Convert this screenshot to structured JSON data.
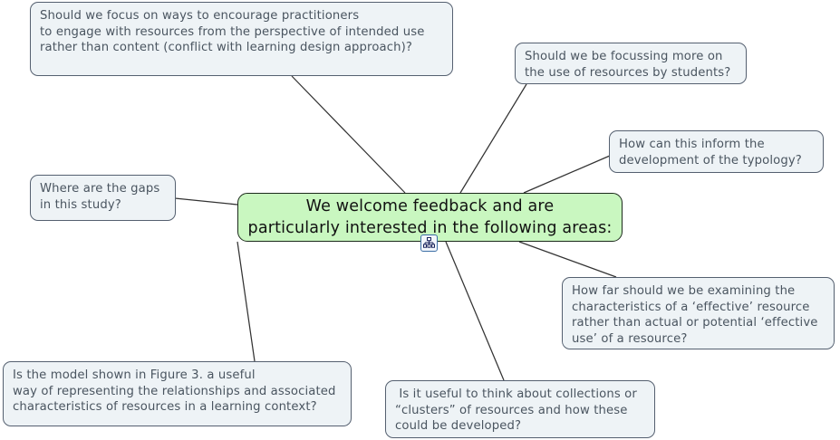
{
  "diagram": {
    "type": "mind-map",
    "colors": {
      "center_fill": "#c9f7c0",
      "center_border": "#1c2a1c",
      "node_fill": "#eef3f6",
      "node_border": "#556070",
      "node_text": "#4a5560",
      "edge": "#333333",
      "badge_border": "#3b6ea5"
    },
    "center": {
      "line1": "We welcome feedback and are",
      "line2": "particularly interested in the following areas:"
    },
    "badge": {
      "icon": "hierarchy-icon"
    },
    "nodes": {
      "topleft": {
        "line1": "Should we focus on ways to encourage practitioners",
        "line2": "to engage with resources from the perspective of intended use",
        "line3": "rather than content (conflict with learning design approach)?"
      },
      "topright": {
        "line1": "Should we be focussing more on",
        "line2": "the use of resources by students?"
      },
      "typology": {
        "line1": "How can this inform the",
        "line2": "development of the typology?"
      },
      "gaps": {
        "line1": "Where are the gaps",
        "line2": "in this study?"
      },
      "effective": {
        "line1": "How far should we be examining the",
        "line2": "characteristics of a ‘effective’ resource",
        "line3": "rather than actual or potential ‘effective",
        "line4": "use’ of a resource?"
      },
      "clusters": {
        "line1": " Is it useful to think about collections or",
        "line2": "“clusters” of resources and how these",
        "line3": "could be developed?"
      },
      "model": {
        "line1": "Is the model shown in Figure 3. a useful",
        "line2": "way of representing the relationships and associated",
        "line3": "characteristics of resources in a learning context?"
      }
    }
  }
}
